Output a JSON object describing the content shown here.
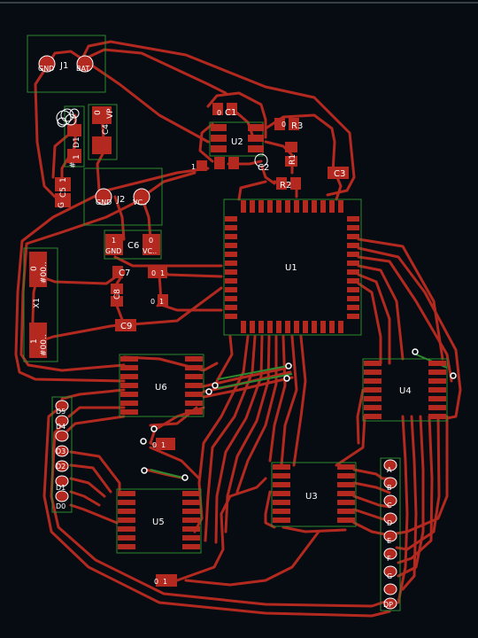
{
  "colors": {
    "background": "#070c12",
    "trace": "#b4291f",
    "pad": "#b4291f",
    "silkscreen_outline": "#2e8a2e",
    "text": "#ffffff",
    "via": "#ffffff"
  },
  "components": {
    "J1": {
      "ref": "J1",
      "pins": [
        "GND",
        "BAT"
      ]
    },
    "J2": {
      "ref": "J2",
      "pins": [
        "GND",
        "VC.."
      ]
    },
    "C1": {
      "ref": "C1"
    },
    "C2": {
      "ref": "C2"
    },
    "C3": {
      "ref": "C3"
    },
    "C4": {
      "ref": "C4",
      "pins": [
        "0",
        "VP"
      ]
    },
    "C5": {
      "ref": "C5",
      "pins": [
        "1",
        "G"
      ]
    },
    "C6": {
      "ref": "C6",
      "pins": [
        "1",
        "GND",
        "0",
        "VC.."
      ]
    },
    "C7": {
      "ref": "C7"
    },
    "C8": {
      "ref": "C8"
    },
    "C9": {
      "ref": "C9"
    },
    "D1": {
      "ref": "D1",
      "pins": [
        "1",
        "#"
      ]
    },
    "R1": {
      "ref": "R1"
    },
    "R2": {
      "ref": "R2"
    },
    "R3": {
      "ref": "R3"
    },
    "U1": {
      "ref": "U1"
    },
    "U2": {
      "ref": "U2"
    },
    "U3": {
      "ref": "U3"
    },
    "U4": {
      "ref": "U4"
    },
    "U5": {
      "ref": "U5"
    },
    "U6": {
      "ref": "U6"
    },
    "X1": {
      "ref": "X1",
      "pins": [
        "0",
        "#00..",
        "1",
        "#00.."
      ]
    }
  },
  "left_header": {
    "pins": [
      "D5",
      "D4",
      "D3",
      "D2",
      "D1",
      "D0"
    ]
  },
  "right_header": {
    "pins": [
      "A",
      "B",
      "C",
      "D",
      "E",
      "F",
      "G",
      "DP"
    ]
  },
  "small_labels": {
    "zero": "0",
    "one": "1"
  }
}
